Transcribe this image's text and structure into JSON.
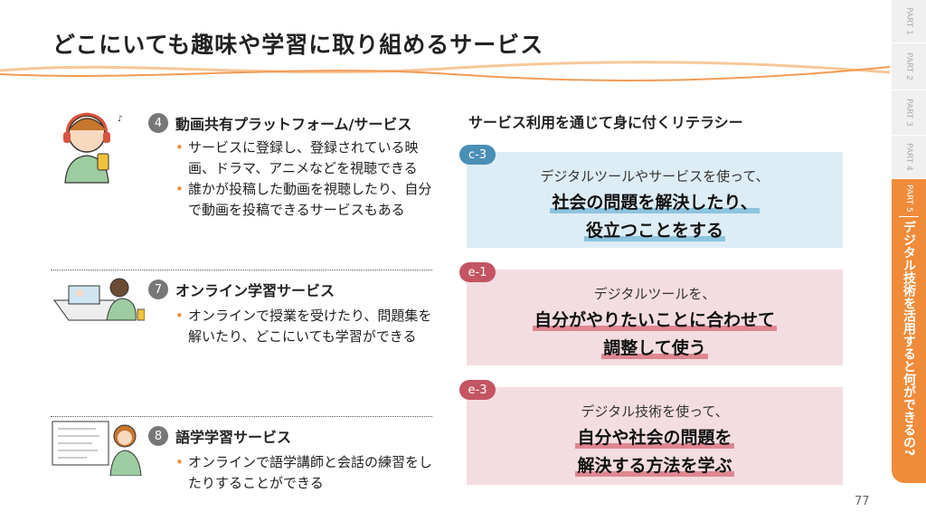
{
  "page": {
    "title": "どこにいても趣味や学習に取り組めるサービス",
    "number": "77"
  },
  "services": [
    {
      "number": "4",
      "title": "動画共有プラットフォーム/サービス",
      "bullets": [
        "サービスに登録し、登録されている映画、ドラマ、アニメなどを視聴できる",
        "誰かが投稿した動画を視聴したり、自分で動画を投稿できるサービスもある"
      ]
    },
    {
      "number": "7",
      "title": "オンライン学習サービス",
      "bullets": [
        "オンラインで授業を受けたり、問題集を解いたり、どこにいても学習ができる"
      ]
    },
    {
      "number": "8",
      "title": "語学学習サービス",
      "bullets": [
        "オンラインで語学講師と会話の練習をしたりすることができる"
      ]
    }
  ],
  "literacy": {
    "heading": "サービス利用を通じて身に付くリテラシー",
    "items": [
      {
        "badge": "c-3",
        "intro": "デジタルツールやサービスを使って、",
        "lines": [
          "社会の問題を解決したり、",
          "役立つことをする"
        ],
        "color": "#4a8fb5"
      },
      {
        "badge": "e-1",
        "intro": "デジタルツールを、",
        "lines": [
          "自分がやりたいことに合わせて",
          "調整して使う"
        ],
        "color": "#c45461"
      },
      {
        "badge": "e-3",
        "intro": "デジタル技術を使って、",
        "lines": [
          "自分や社会の問題を",
          "解決する方法を学ぶ"
        ],
        "color": "#c45461"
      }
    ]
  },
  "side_tabs": {
    "inactive": [
      "PART 1",
      "PART 2",
      "PART 3",
      "PART 4"
    ],
    "active": {
      "label": "PART 5",
      "subtitle": "デジタル技術を活用すると何ができるの?"
    },
    "accent": "#f08b3a"
  }
}
